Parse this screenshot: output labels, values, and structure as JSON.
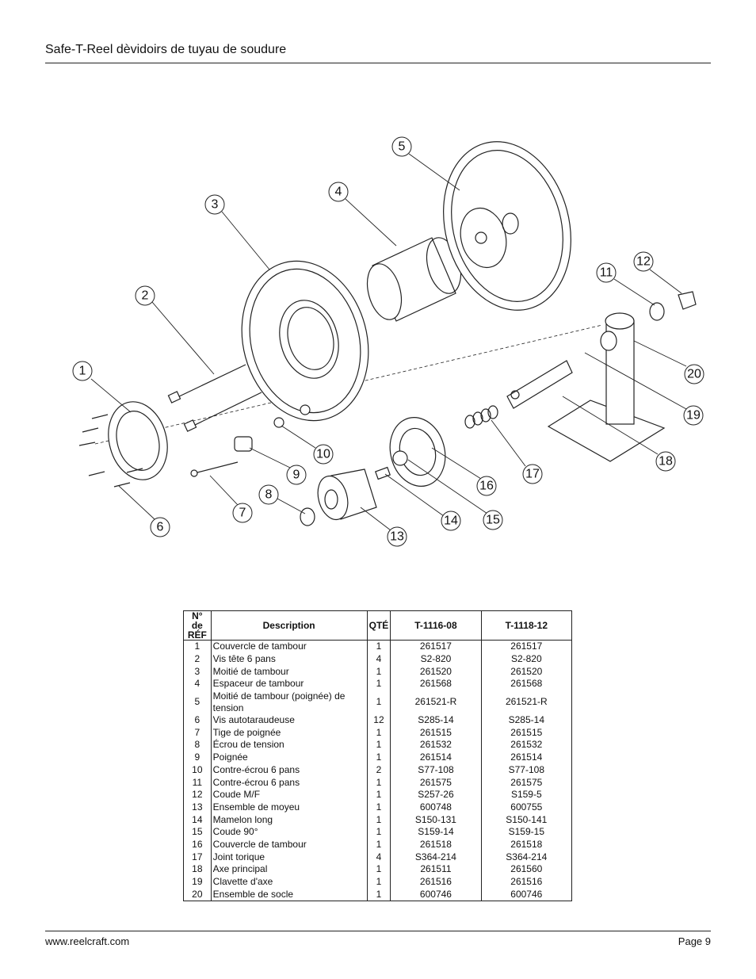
{
  "header": {
    "title": "Safe-T-Reel dèvidoirs de tuyau de soudure"
  },
  "diagram": {
    "callouts": [
      "1",
      "2",
      "3",
      "4",
      "5",
      "6",
      "7",
      "8",
      "9",
      "10",
      "11",
      "12",
      "13",
      "14",
      "15",
      "16",
      "17",
      "18",
      "19",
      "20"
    ]
  },
  "table": {
    "headers": {
      "ref": "N° de RÉF",
      "description": "Description",
      "qty": "QTÉ",
      "model_a": "T-1116-08",
      "model_b": "T-1118-12"
    },
    "rows": [
      {
        "ref": "1",
        "description": "Couvercle de tambour",
        "qty": "1",
        "model_a": "261517",
        "model_b": "261517"
      },
      {
        "ref": "2",
        "description": "Vis tête 6 pans",
        "qty": "4",
        "model_a": "S2-820",
        "model_b": "S2-820"
      },
      {
        "ref": "3",
        "description": "Moitié de tambour",
        "qty": "1",
        "model_a": "261520",
        "model_b": "261520"
      },
      {
        "ref": "4",
        "description": "Espaceur de tambour",
        "qty": "1",
        "model_a": "261568",
        "model_b": "261568"
      },
      {
        "ref": "5",
        "description": "Moitié de tambour (poignée) de tension",
        "qty": "1",
        "model_a": "261521-R",
        "model_b": "261521-R"
      },
      {
        "ref": "6",
        "description": "Vis autotaraudeuse",
        "qty": "12",
        "model_a": "S285-14",
        "model_b": "S285-14"
      },
      {
        "ref": "7",
        "description": "Tige de poignée",
        "qty": "1",
        "model_a": "261515",
        "model_b": "261515"
      },
      {
        "ref": "8",
        "description": "Écrou de tension",
        "qty": "1",
        "model_a": "261532",
        "model_b": "261532"
      },
      {
        "ref": "9",
        "description": "Poignée",
        "qty": "1",
        "model_a": "261514",
        "model_b": "261514"
      },
      {
        "ref": "10",
        "description": "Contre-écrou 6 pans",
        "qty": "2",
        "model_a": "S77-108",
        "model_b": "S77-108"
      },
      {
        "ref": "11",
        "description": "Contre-écrou 6 pans",
        "qty": "1",
        "model_a": "261575",
        "model_b": "261575"
      },
      {
        "ref": "12",
        "description": "Coude M/F",
        "qty": "1",
        "model_a": "S257-26",
        "model_b": "S159-5"
      },
      {
        "ref": "13",
        "description": "Ensemble de moyeu",
        "qty": "1",
        "model_a": "600748",
        "model_b": "600755"
      },
      {
        "ref": "14",
        "description": "Mamelon long",
        "qty": "1",
        "model_a": "S150-131",
        "model_b": "S150-141"
      },
      {
        "ref": "15",
        "description": "Coude 90°",
        "qty": "1",
        "model_a": "S159-14",
        "model_b": "S159-15"
      },
      {
        "ref": "16",
        "description": "Couvercle de tambour",
        "qty": "1",
        "model_a": "261518",
        "model_b": "261518"
      },
      {
        "ref": "17",
        "description": "Joint torique",
        "qty": "4",
        "model_a": "S364-214",
        "model_b": "S364-214"
      },
      {
        "ref": "18",
        "description": "Axe principal",
        "qty": "1",
        "model_a": "261511",
        "model_b": "261560"
      },
      {
        "ref": "19",
        "description": "Clavette d'axe",
        "qty": "1",
        "model_a": "261516",
        "model_b": "261516"
      },
      {
        "ref": "20",
        "description": "Ensemble de socle",
        "qty": "1",
        "model_a": "600746",
        "model_b": "600746"
      }
    ]
  },
  "footer": {
    "website": "www.reelcraft.com",
    "page": "Page 9"
  }
}
